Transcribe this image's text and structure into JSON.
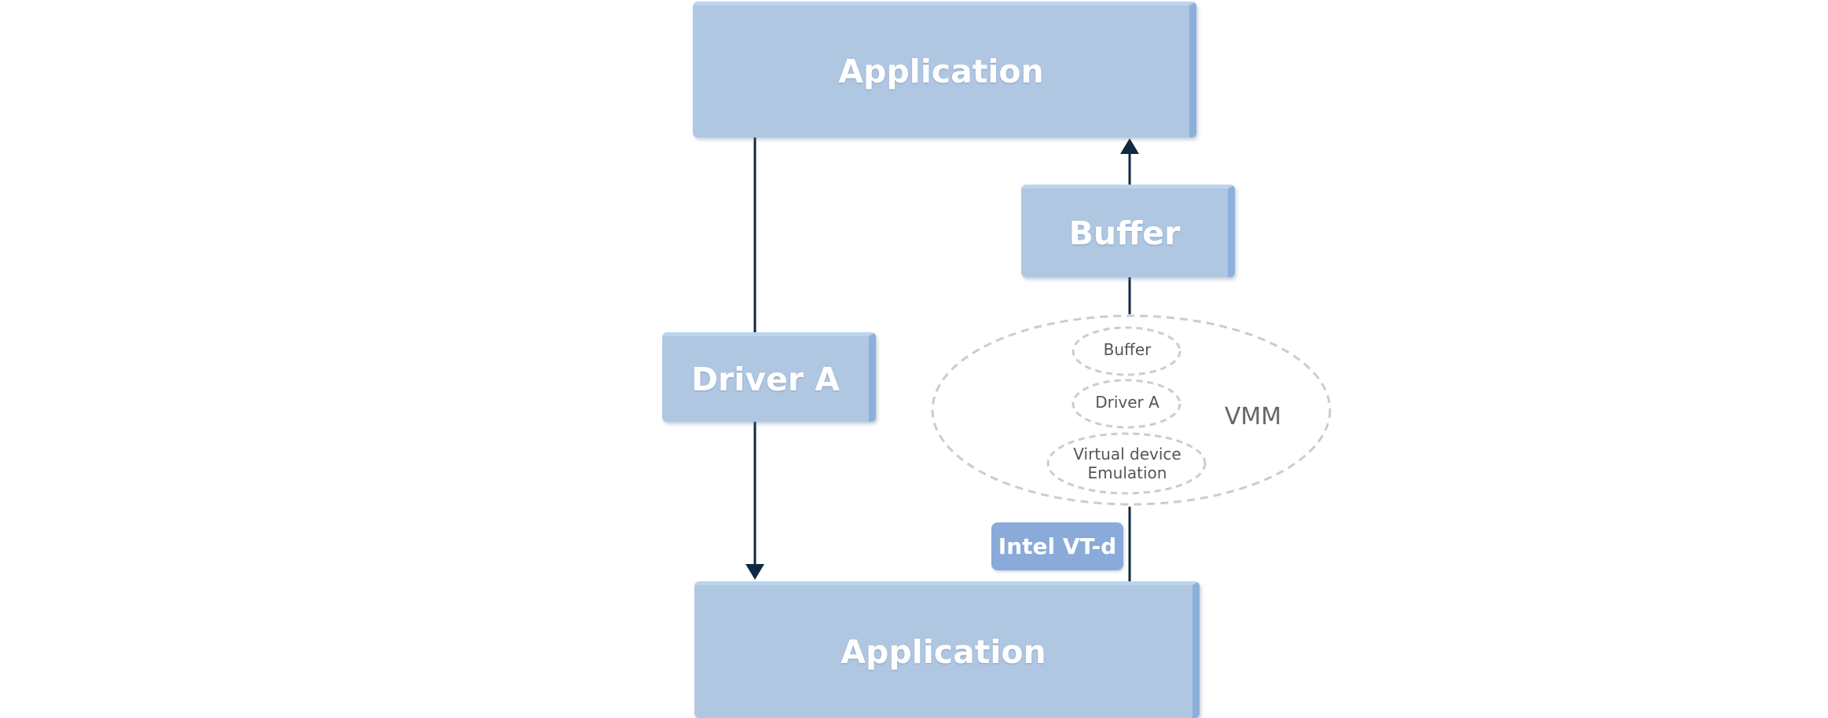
{
  "blocks": {
    "application_top": "Application",
    "application_bottom": "Application",
    "buffer": "Buffer",
    "driver_a": "Driver A",
    "intel_vtd": "Intel VT-d"
  },
  "vmm": {
    "label": "VMM",
    "inner": {
      "buffer": "Buffer",
      "driver_a": "Driver A",
      "virtual_device_line1": "Virtual device",
      "virtual_device_line2": "Emulation"
    }
  },
  "colors": {
    "block_fill": "#b0c7e2",
    "block_edge": "#8db0da",
    "accent_label": "#8aabd9",
    "arrow": "#0f2a42",
    "dashed": "#cccccc"
  }
}
